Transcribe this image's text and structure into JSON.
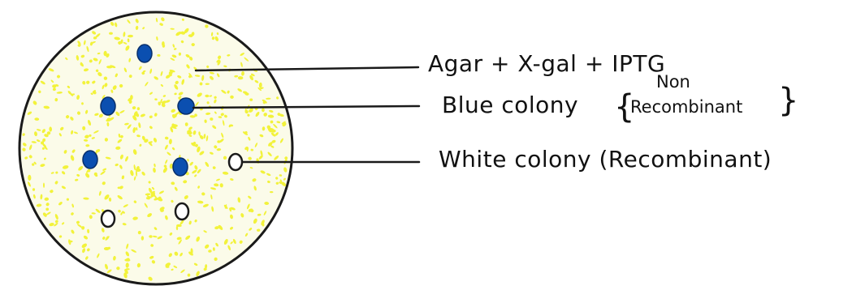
{
  "diagram": {
    "labels": {
      "medium": "Agar + X-gal + IPTG",
      "blue_colony": "Blue colony",
      "blue_colony_note_top": "Non",
      "blue_colony_note_bottom": "Recombinant",
      "white_colony": "White colony (Recombinant)"
    },
    "colors": {
      "plate_outline": "#1a1a1a",
      "plate_fill": "#fbfbe9",
      "agar_speckle": "#f2f23a",
      "blue_colony": "#0b4fb0",
      "white_colony": "#ffffff",
      "pointer_line": "#1a1a1a"
    },
    "colonies": [
      {
        "type": "blue"
      },
      {
        "type": "blue"
      },
      {
        "type": "blue"
      },
      {
        "type": "blue"
      },
      {
        "type": "blue"
      },
      {
        "type": "white"
      },
      {
        "type": "white"
      },
      {
        "type": "white"
      }
    ]
  }
}
